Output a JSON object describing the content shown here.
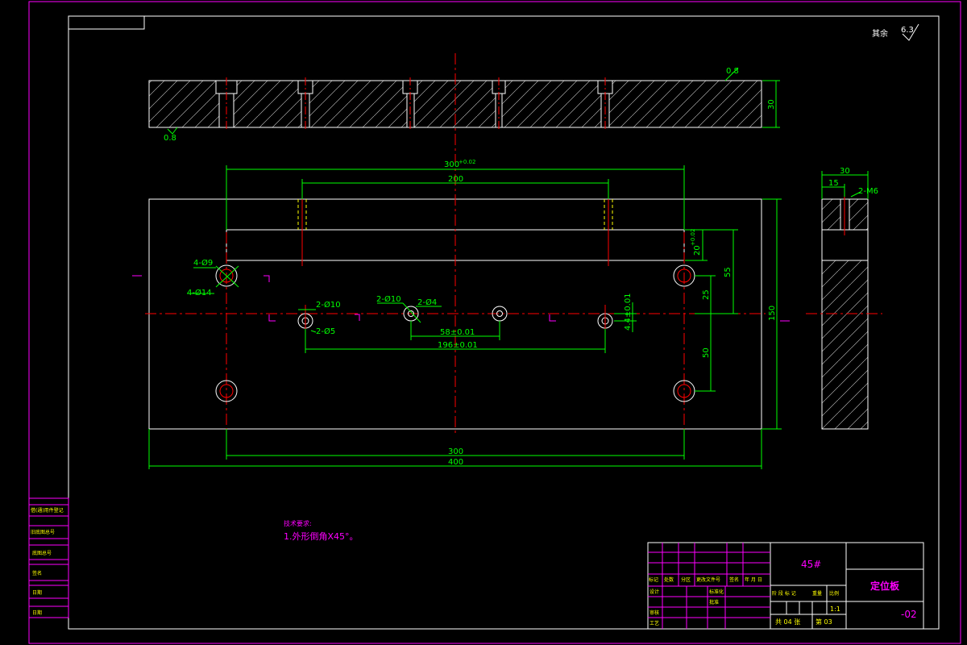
{
  "drawing": {
    "roughness_other": "其余",
    "roughness_other_value": "6.3",
    "top_view": {
      "rough_top": "0.8",
      "rough_bottom": "0.8",
      "thickness": "30"
    },
    "front_view": {
      "dim_300_tol": "300",
      "dim_300_tol_sup": "+0.02",
      "dim_200": "200",
      "dim_20_tol": "20",
      "dim_20_tol_sup": "+0.02",
      "dim_55": "55",
      "dim_25": "25",
      "dim_50": "50",
      "dim_150": "150",
      "dim_4_4": "4.4±0.01",
      "dim_58": "58±0.01",
      "dim_196": "196±0.01",
      "dim_300": "300",
      "dim_400": "400",
      "holes": {
        "h_4_phi9": "4-Ø9",
        "h_4_phi14": "4-Ø14",
        "h_2_phi10_a": "2-Ø10",
        "h_2_phi5": "2-Ø5",
        "h_2_phi10_b": "2-Ø10",
        "h_2_phi4": "2-Ø4"
      }
    },
    "side_view": {
      "dim_30": "30",
      "dim_15": "15",
      "thread": "2-M6"
    },
    "notes": {
      "heading": "技术要求:",
      "line1": "1.外形倒角X45°。"
    }
  },
  "title_block": {
    "material": "45#",
    "part_name": "定位板",
    "drawing_no": "-02",
    "scale": "1:1",
    "sheet_total": "共 04 张",
    "sheet_no": "第 03",
    "rev_labels": [
      "标记",
      "处数",
      "分区",
      "更改文件号",
      "签名",
      "年 月 日"
    ],
    "role_labels": [
      "设计",
      "审核",
      "工艺",
      "标准化",
      "批准"
    ],
    "stage_labels": [
      "阶 段 标 记",
      "重量",
      "比例"
    ]
  },
  "left_strip": {
    "items": [
      "借(通)用件登记",
      "旧底图总号",
      "底图总号",
      "签名",
      "日期",
      "日期"
    ]
  }
}
